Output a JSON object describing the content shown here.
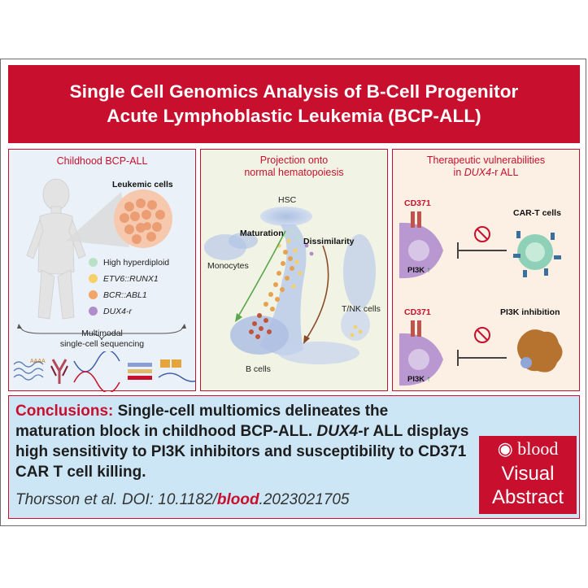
{
  "title": {
    "line1": "Single Cell Genomics Analysis of B-Cell Progenitor",
    "line2": "Acute Lymphoblastic Leukemia (BCP-ALL)"
  },
  "panel1": {
    "title": "Childhood BCP-ALL",
    "leukemic_label": "Leukemic cells",
    "legend": [
      {
        "label": "High hyperdiploid",
        "color": "#b9e2c4"
      },
      {
        "label": "ETV6::RUNX1",
        "color": "#f7d068"
      },
      {
        "label": "BCR::ABL1",
        "color": "#f3a468"
      },
      {
        "label": "DUX4-r",
        "color": "#b08ccc"
      }
    ],
    "method_line1": "Multimodal",
    "method_line2": "single-cell sequencing"
  },
  "panel2": {
    "title_line1": "Projection onto",
    "title_line2": "normal hematopoiesis",
    "hsc": "HSC",
    "maturation": "Maturation",
    "dissimilarity": "Dissimilarity",
    "monocytes": "Monocytes",
    "tnk": "T/NK cells",
    "bcells": "B cells"
  },
  "panel3": {
    "title_line1": "Therapeutic vulnerabilities",
    "title_line2_prefix": "in ",
    "title_line2_gene": "DUX4",
    "title_line2_suffix": "-r ALL",
    "cd371_top": "CD371",
    "pi3k_top": "PI3K",
    "cart": "CAR-T cells",
    "cd371_bottom": "CD371",
    "pi3k_bottom": "PI3K",
    "pi3k_inhibition": "PI3K inhibition"
  },
  "conclusions": {
    "head": "Conclusions:",
    "part1": " Single-cell multiomics delineates the maturation block in childhood BCP-ALL. ",
    "gene": "DUX4",
    "part2": "-r ALL displays high sensitivity to PI3K inhibitors and susceptibility to CD371 CAR T cell killing.",
    "cite_prefix": "Thorsson et al. DOI: 10.1182/",
    "cite_bold": "blood",
    "cite_suffix": ".2023021705"
  },
  "logo": {
    "brand": "blood",
    "line1": "Visual",
    "line2": "Abstract"
  },
  "colors": {
    "brand_red": "#c8102e",
    "panel_blue": "#eaf1f8",
    "panel_green": "#f1f4e4",
    "panel_peach": "#fcefe4",
    "conclusion_bg": "#cde6f6"
  }
}
